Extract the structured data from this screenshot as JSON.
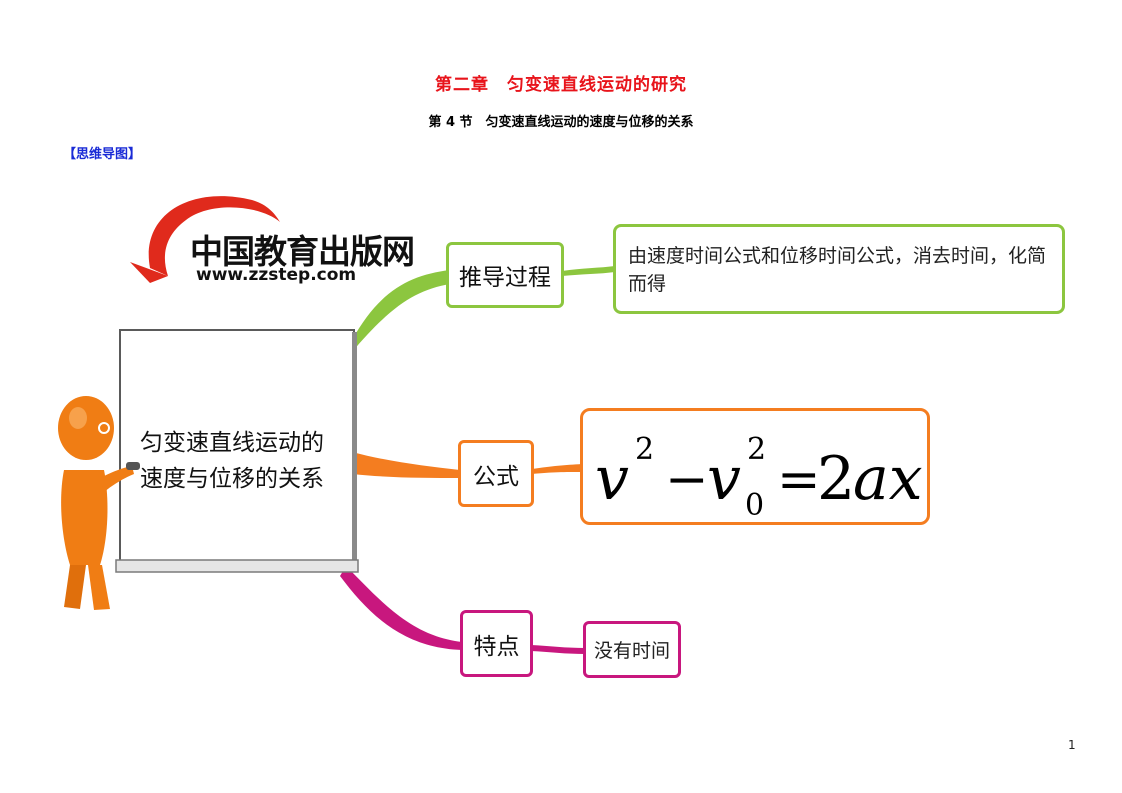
{
  "header": {
    "chapter_title": "第二章　匀变速直线运动的研究",
    "section_title": "第 4 节　匀变速直线运动的速度与位移的关系",
    "mindmap_label": "【思维导图】"
  },
  "logo": {
    "name": "中国教育出版网",
    "url": "www.zzstep.com"
  },
  "center_topic": "匀变速直线运动的速度与位移的关系",
  "branches": {
    "derivation": {
      "label": "推导过程",
      "note": "由速度时间公式和位移时间公式，消去时间，化简而得",
      "color": "#8cc63f"
    },
    "formula": {
      "label": "公式",
      "color": "#f47d20",
      "equation": {
        "v": "v",
        "power": "2",
        "minus": "−",
        "v0": "v",
        "sub0": "0",
        "power0": "2",
        "equals": "=",
        "rhs_num": "2",
        "rhs_var": "ax"
      }
    },
    "feature": {
      "label": "特点",
      "note": "没有时间",
      "color": "#c8177e"
    }
  },
  "page_number": "1",
  "colors": {
    "title_red": "#e8141b",
    "label_blue": "#1a2bd6",
    "figure_orange": "#f07d14",
    "logo_red": "#e02a1c"
  }
}
